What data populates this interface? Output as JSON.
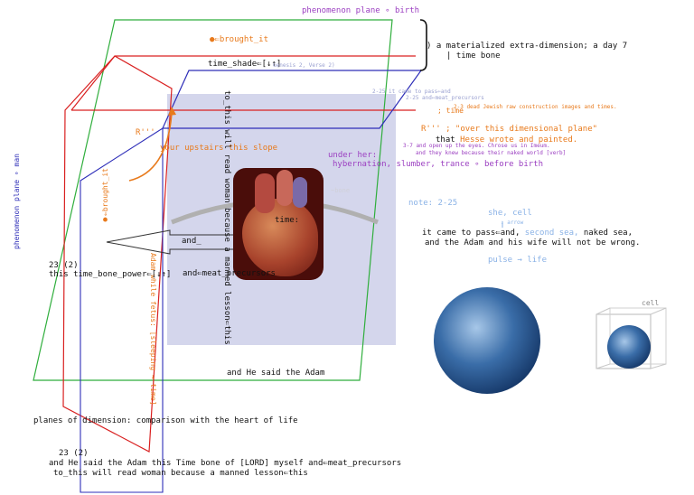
{
  "labels": {
    "phenomenon_birth": "phenomenon plane ∘ birth",
    "materialized": ") a materialized extra-dimension; a day 7",
    "time_bone_right": "| time bone",
    "brought_it_top": "●⇐brought_it",
    "time_shade": "time_shade⇐[↓↑]",
    "genesis_ref": "Genesis 2, Verse 2)",
    "passage_header": "2-25 it came to pass⇐and",
    "passage_line2": "2-25 and⇐meat_precursors",
    "time_label": "; time",
    "dead_jewish": "2-3 dead Jewish raw construction images and times.",
    "over_plane": "R''' ; \"over this dimensional plane\"",
    "hesse_prefix": "that",
    "hesse_name": "Hesse",
    "hesse_suffix": "wrote and painted.",
    "open_eyes_1": "3-7 and open up the eyes. Chrose us in Imeum.",
    "open_eyes_2": "and they knew because their naked world [verb]",
    "r_prime": "R'''",
    "upstairs": "your upstairs this slope",
    "lesson_vertical": "to_this will read woman because a manned lesson⇐this",
    "under_her": "under her:",
    "hybernation": "hybernation, slumber, trance ∘ before birth",
    "faint_label": "~bone",
    "heart_time": "time:",
    "and_blank": "and_",
    "meat": "and⇐meat_precursors",
    "adam_fetus": "Adam while fetus: [sleeping → time]",
    "brought_it_left": "●⇐brought_it",
    "phenomenon_man": "phenomenon plane ∘ man",
    "verse_23": "23 (2)",
    "time_bone_power": "this time_bone_power⇐[↓↑]",
    "said_adam": "and He said the Adam",
    "planes_comparison": "planes of dimension: comparison with the heart of life",
    "bottom_23": "23 (2)",
    "bottom_line1": "and He said the Adam this Time bone of [LORD] myself and⇐meat_precursors",
    "bottom_line2": "to_this will read woman because a manned lesson⇐this",
    "note": "note: 2-25",
    "she_cell": "she, cell",
    "arrow_small": "↓ arrow",
    "came_prefix": "it came to pass⇐and,",
    "second_sea": "second sea,",
    "came_suffix": "naked sea,",
    "adam_wife": "and the Adam and his wife will not be wrong.",
    "pulse": "pulse → life",
    "cell": "cell"
  },
  "colors": {
    "green": "#2fae3c",
    "red": "#d92020",
    "blue": "#2d2db8",
    "orange": "#e87a1c",
    "purple": "#9b3fc1",
    "lightblue": "#8ab2e6",
    "grey": "#8a8a8a",
    "lavender": "#c5c8e6"
  }
}
